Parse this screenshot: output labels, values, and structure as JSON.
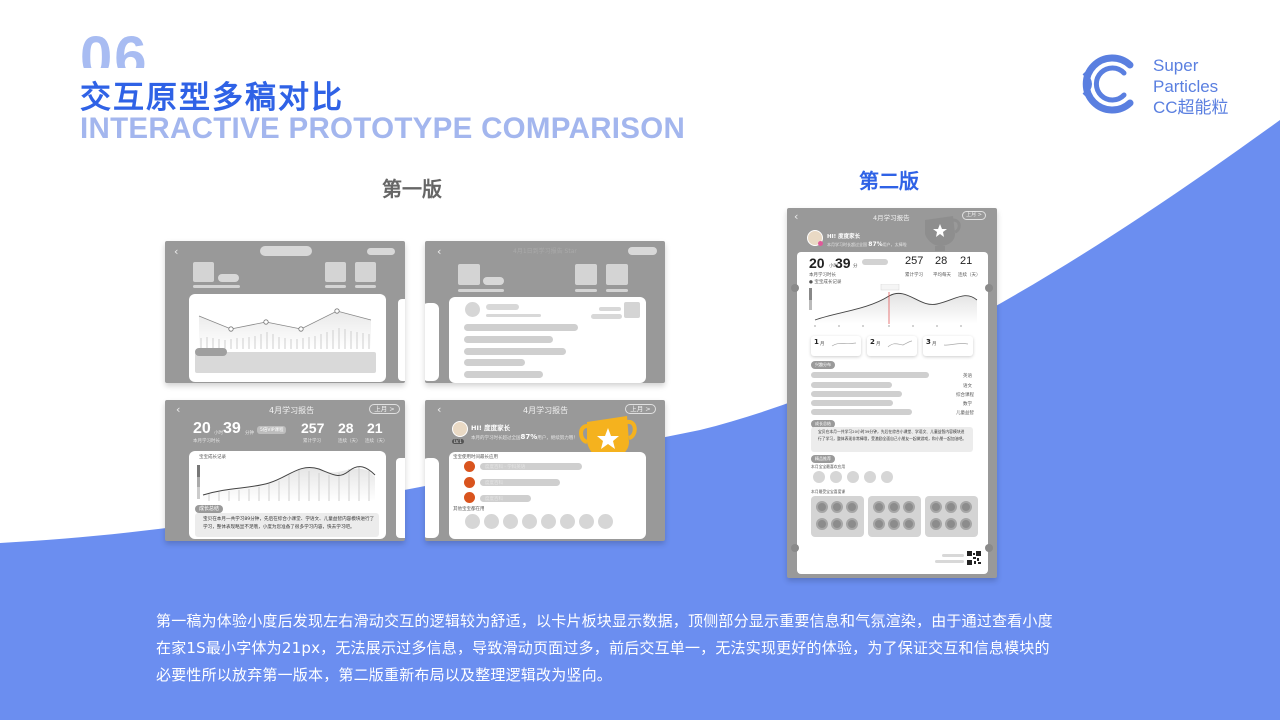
{
  "header": {
    "section_number": "06",
    "title_cn": "交互原型多稿对比",
    "title_en": "INTERACTIVE PROTOTYPE COMPARISON"
  },
  "logo": {
    "line1": "Super",
    "line2": "Particles",
    "line3": "CC超能粒"
  },
  "colors": {
    "primary_blue": "#2f62e6",
    "light_blue": "#a3b6ee",
    "background_wave": "#6b8ef0",
    "wireframe_gray": "#999999",
    "trophy_gold": "#f5b21e"
  },
  "version1": {
    "label": "第一版",
    "screens": [
      {
        "type": "chart-wireframe"
      },
      {
        "type": "list-wireframe",
        "title": "4月1日到学习报告 Star"
      },
      {
        "type": "report",
        "title": "4月学习报告",
        "nav_button": "上月 >",
        "hours": "20",
        "hours_unit": "小时",
        "minutes": "39",
        "minutes_unit": "分钟",
        "vip_badge": "5倍VIP课程",
        "duration_label": "本月学习时长",
        "stats": [
          {
            "value": "257",
            "label": "累计学习"
          },
          {
            "value": "28",
            "label": "连续（天）"
          },
          {
            "value": "21",
            "label": "连续（天）"
          }
        ],
        "chart_title": "宝宝成长记录",
        "summary_tag": "成长总结",
        "summary_text": "宝贝在本月一共学习89分钟，先后在综合小课堂、学语文、儿童益智内容模块进行了学习，整体表现略显不足哦，小度为您准备了很多学习内容，快去学习吧。"
      },
      {
        "type": "greeting",
        "title": "4月学习报告",
        "nav_button": "上月 >",
        "greeting": "HI! 度度家长",
        "subline": "本月的学习时长超过全国",
        "percent": "87%",
        "subline_end": "用户，继续努力哦！",
        "section_title": "宝宝使用时间最长应用",
        "apps": [
          "度度百科 · 学科英语",
          "度度百科",
          "度度百科"
        ],
        "others_title": "其他宝宝都在用"
      }
    ]
  },
  "version2": {
    "label": "第二版",
    "title": "4月学习报告",
    "nav_button": "上月 >",
    "greeting": "HI! 度度家长",
    "percent": "87%",
    "hours": "20",
    "hours_unit": "小时",
    "minutes": "39",
    "minutes_unit": "分",
    "duration_label": "本月学习时长",
    "stats": [
      {
        "value": "257",
        "label": "累计学习"
      },
      {
        "value": "28",
        "label": "平均每天"
      },
      {
        "value": "21",
        "label": "连续（天）"
      }
    ],
    "chart_title": "宝宝成长记录",
    "months": [
      {
        "label": "1",
        "unit": "月"
      },
      {
        "label": "2",
        "unit": "月"
      },
      {
        "label": "3",
        "unit": "月"
      }
    ],
    "interest_tag": "兴趣分布",
    "subjects": [
      "英语",
      "语文",
      "综合课程",
      "数学",
      "儿童益智"
    ],
    "summary_tag": "成长总结",
    "summary_text": "宝贝在本月一共学习20小时39分钟，先后在综合小课堂、学语文、儿童益智内容模块进行了学习，整体表现非常棒哦，受激励全面自己小朋友一起做游戏，和小朋一起加油吧。",
    "recommend_tag": "精品推荐",
    "recent_apps_label": "本月宝宝最喜欢应用",
    "recent_courses_label": "本月最受宝宝喜爱课"
  },
  "description": "第一稿为体验小度后发现左右滑动交互的逻辑较为舒适，以卡片板块显示数据，顶侧部分显示重要信息和气氛渲染，由于通过查看小度在家1S最小字体为21px，无法展示过多信息，导致滑动页面过多，前后交互单一，无法实现更好的体验，为了保证交互和信息模块的必要性所以放弃第一版本，第二版重新布局以及整理逻辑改为竖向。"
}
